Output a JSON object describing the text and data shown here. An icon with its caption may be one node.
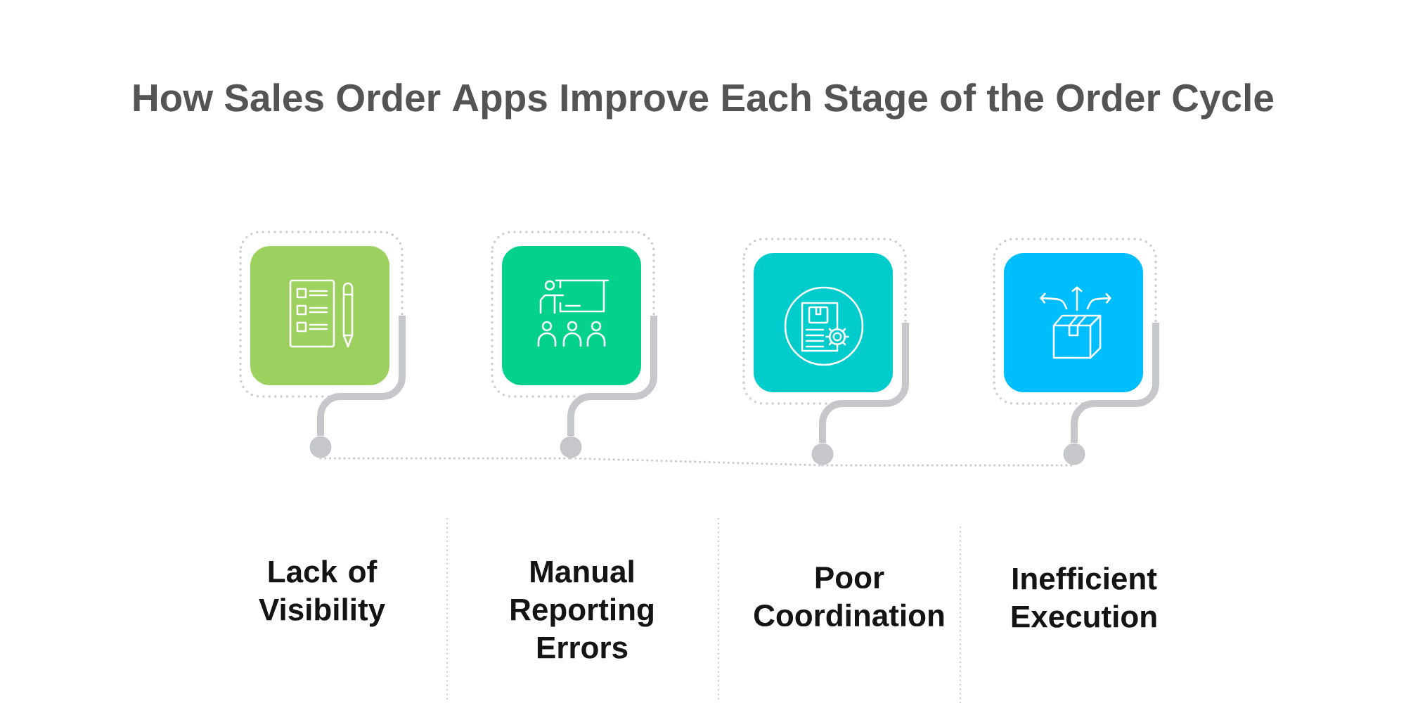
{
  "diagram": {
    "title": "How Sales Order Apps Improve Each Stage of the Order Cycle",
    "nodes": [
      {
        "text": [],
        "shape": "box"
      },
      {
        "text": [],
        "shape": "box"
      },
      {
        "text": [],
        "shape": "box"
      },
      {
        "text": [],
        "shape": "box"
      },
      {
        "text": [],
        "shape": "circle"
      },
      {
        "text": [],
        "shape": "circle"
      },
      {
        "text": [],
        "shape": "circle"
      },
      {
        "text": [],
        "shape": "circle"
      }
    ],
    "edges": [
      {
        "from": 0,
        "to": 4,
        "arrow": "none"
      },
      {
        "from": 1,
        "to": 5,
        "arrow": "none"
      },
      {
        "from": 2,
        "to": 6,
        "arrow": "none"
      },
      {
        "from": 3,
        "to": 7,
        "arrow": "none"
      },
      {
        "from": 4,
        "to": 5,
        "arrow": "none",
        "style": "dashed"
      },
      {
        "from": 5,
        "to": 6,
        "arrow": "none",
        "style": "dashed"
      },
      {
        "from": 6,
        "to": 7,
        "arrow": "none",
        "style": "dashed"
      }
    ],
    "labels": [
      "Lack of Visibility",
      "Manual Reporting Errors",
      "Poor Coordination",
      "Inefficient Execution"
    ]
  }
}
